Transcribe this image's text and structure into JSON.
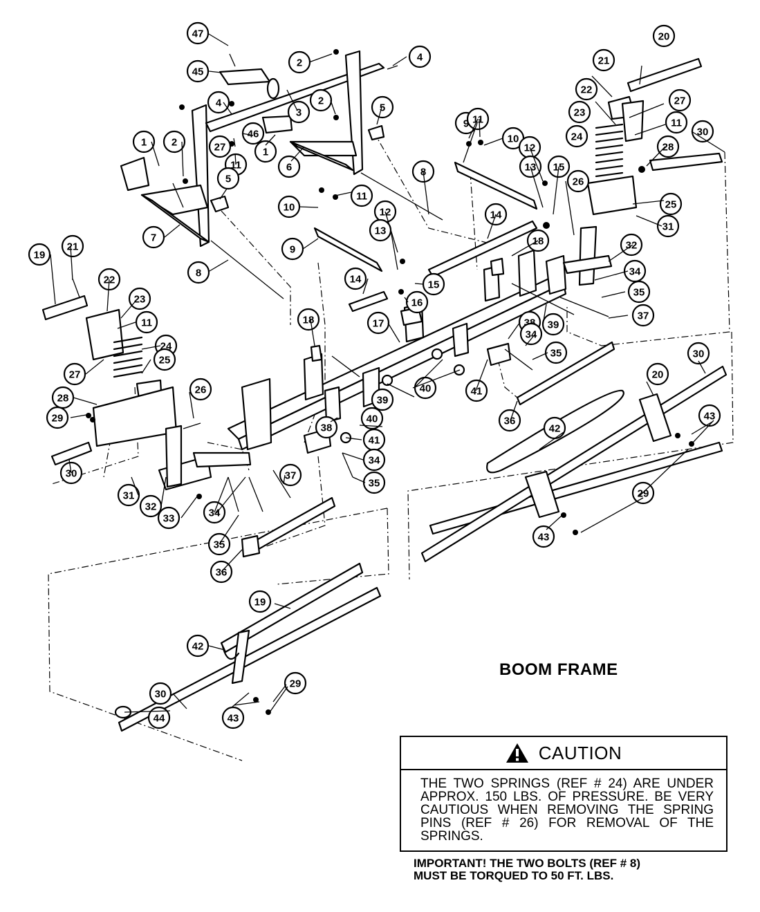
{
  "title": "BOOM FRAME",
  "caution": {
    "icon": "warning-triangle-icon",
    "title": "CAUTION",
    "text": "THE TWO SPRINGS (REF # 24) ARE UNDER APPROX. 150 LBS. OF PRESSURE. BE VERY CAUTIOUS WHEN REMOVING THE SPRING PINS (REF # 26) FOR REMOVAL OF THE SPRINGS."
  },
  "important": {
    "line1": "IMPORTANT! THE TWO BOLTS (REF # 8)",
    "line2": "MUST BE TORQUED TO 50 FT. LBS."
  },
  "callouts": [
    "47",
    "45",
    "2",
    "4",
    "3",
    "5",
    "46",
    "27",
    "11",
    "1",
    "6",
    "7",
    "8",
    "9",
    "10",
    "12",
    "13",
    "15",
    "14",
    "16",
    "17",
    "18",
    "19",
    "20",
    "21",
    "22",
    "23",
    "24",
    "25",
    "26",
    "28",
    "29",
    "30",
    "31",
    "32",
    "33",
    "34",
    "35",
    "36",
    "37",
    "38",
    "39",
    "40",
    "41",
    "42",
    "43",
    "44"
  ]
}
